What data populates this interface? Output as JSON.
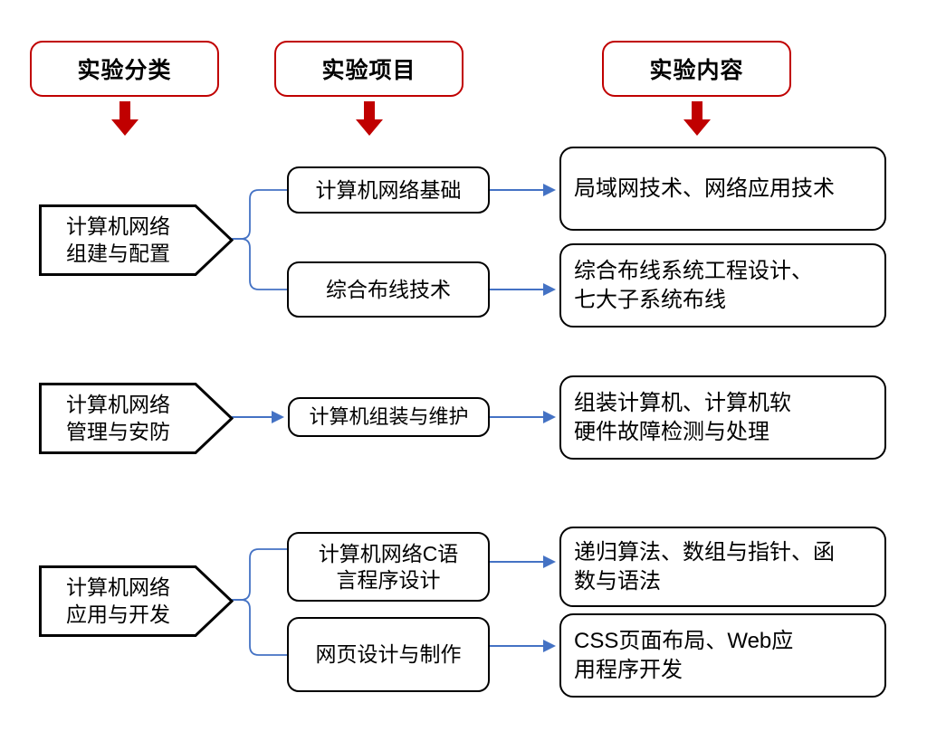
{
  "diagram": {
    "title_row": {
      "headers": [
        {
          "label": "实验分类",
          "name": "header-experiment-category"
        },
        {
          "label": "实验项目",
          "name": "header-experiment-project"
        },
        {
          "label": "实验内容",
          "name": "header-experiment-content"
        }
      ],
      "arrow_icon": "red-down-arrow-icon"
    },
    "colors": {
      "header_border": "#C00000",
      "header_arrow": "#C00000",
      "box_border": "#000000",
      "connector": "#4472C4",
      "background": "#FFFFFF",
      "text": "#000000"
    },
    "groups": [
      {
        "category": "计算机网络\n组建与配置",
        "category_line1": "计算机网络",
        "category_line2": "组建与配置",
        "branch_type": "two-way-bracket",
        "rows": [
          {
            "item": "计算机网络基础",
            "content": "局域网技术、网络应用技术"
          },
          {
            "item": "综合布线技术",
            "content": "综合布线系统工程设计、\n七大子系统布线"
          }
        ]
      },
      {
        "category": "计算机网络\n管理与安防",
        "category_line1": "计算机网络",
        "category_line2": "管理与安防",
        "branch_type": "straight-arrow",
        "rows": [
          {
            "item": "计算机组装与维护",
            "content": "组装计算机、计算机软\n硬件故障检测与处理"
          }
        ]
      },
      {
        "category": "计算机网络\n应用与开发",
        "category_line1": "计算机网络",
        "category_line2": "应用与开发",
        "branch_type": "two-way-bracket",
        "rows": [
          {
            "item": "计算机网络C语\n言程序设计",
            "content": "递归算法、数组与指针、函\n数与语法"
          },
          {
            "item": "网页设计与制作",
            "content": "CSS页面布局、Web应\n用程序开发"
          }
        ]
      }
    ]
  }
}
